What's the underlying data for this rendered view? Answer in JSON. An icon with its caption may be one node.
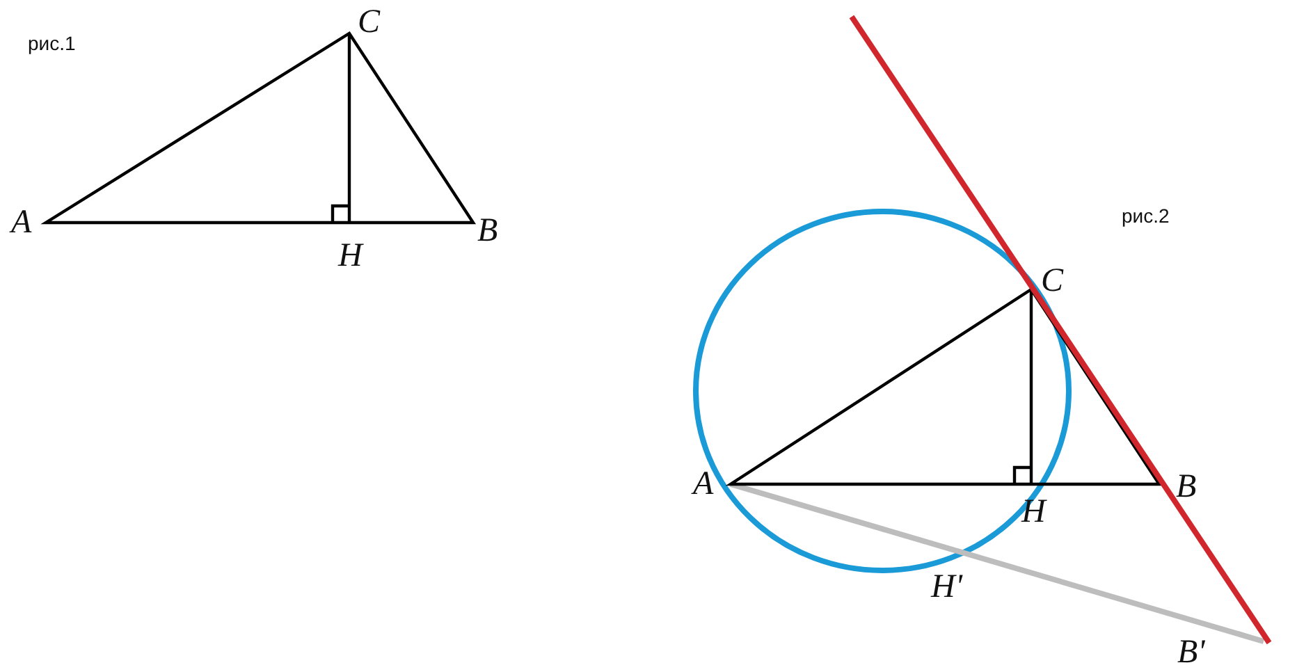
{
  "diagram": {
    "labels": [
      "рис.1",
      "C",
      "A",
      "H",
      "B",
      "рис.2",
      "C",
      "A",
      "H",
      "B",
      "H'",
      "B'"
    ]
  }
}
